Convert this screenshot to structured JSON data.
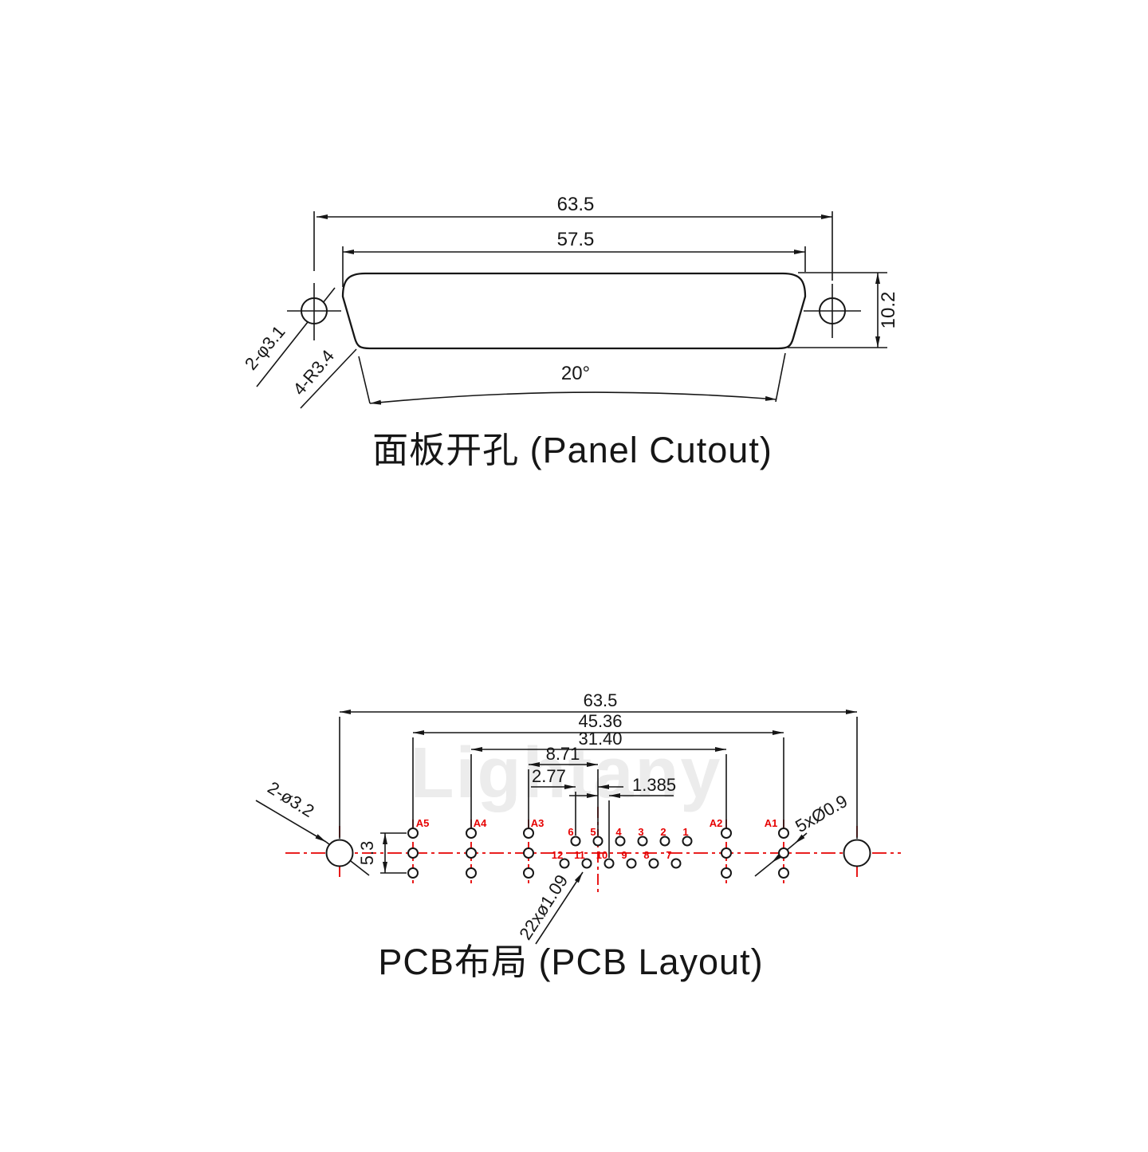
{
  "watermark": "Lightany",
  "panel": {
    "title": "面板开孔 (Panel Cutout)",
    "dims": {
      "outer_width": "63.5",
      "cutout_width": "57.5",
      "height": "10.2",
      "angle": "20°",
      "mount_holes": "2-φ3.1",
      "corner_radius": "4-R3.4"
    }
  },
  "pcb": {
    "title": "PCB布局 (PCB Layout)",
    "dims": {
      "outer_width": "63.5",
      "coax_span": "45.36",
      "mid_span": "31.40",
      "a3_to_center": "8.71",
      "pin_pitch": "2.77",
      "row_offset": "1.385",
      "coax_row_height": "5.3"
    },
    "hole_notes": {
      "mount_holes": "2-ø3.2",
      "coax_center_holes": "5xØ0.9",
      "signal_holes": "22xø1.09"
    },
    "coax_labels": [
      "A5",
      "A4",
      "A3",
      "A2",
      "A1"
    ],
    "top_row_labels": [
      "6",
      "5",
      "4",
      "3",
      "2",
      "1"
    ],
    "bottom_row_labels": [
      "12",
      "11",
      "10",
      "9",
      "8",
      "7"
    ]
  },
  "colors": {
    "accent_red": "#e60000",
    "line_black": "#161616",
    "watermark_gray": "#ececec"
  }
}
